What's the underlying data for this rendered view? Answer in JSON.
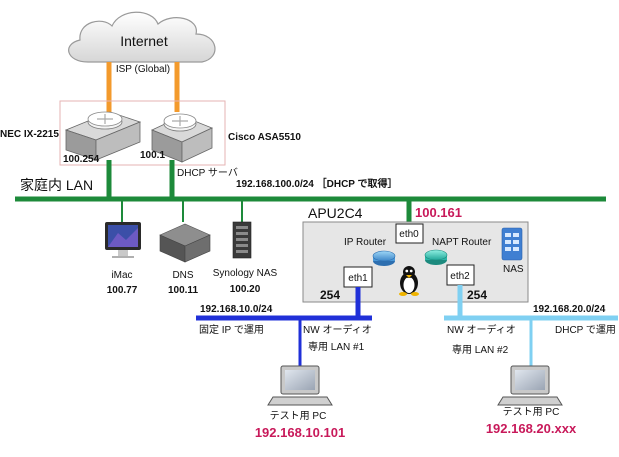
{
  "cloud": {
    "label": "Internet"
  },
  "isp": {
    "label": "ISP (Global)"
  },
  "routers": {
    "nec": {
      "name": "NEC IX-2215",
      "ip": "100.254"
    },
    "cisco": {
      "name": "Cisco ASA5510",
      "ip": "100.1",
      "role": "DHCP サーバ"
    }
  },
  "home_lan": {
    "label": "家庭内 LAN",
    "subnet": "192.168.100.0/24 ［DHCP で取得］"
  },
  "devices": [
    {
      "name": "iMac",
      "ip": "100.77"
    },
    {
      "name": "DNS",
      "ip": "100.11"
    },
    {
      "name": "Synology NAS",
      "ip": "100.20"
    }
  ],
  "apu": {
    "title": "APU2C4",
    "ip": "100.161",
    "eth0": "eth0",
    "eth1": "eth1",
    "eth2": "eth2",
    "ip_router": "IP Router",
    "napt_router": "NAPT Router",
    "nas": "NAS",
    "eth1_host": "254",
    "eth2_host": "254"
  },
  "lan1": {
    "subnet": "192.168.10.0/24",
    "mode": "固定 IP で運用",
    "name_line1": "NW オーディオ",
    "name_line2": "専用 LAN #1",
    "pc_label": "テスト用 PC",
    "pc_ip": "192.168.10.101"
  },
  "lan2": {
    "subnet": "192.168.20.0/24",
    "mode": "DHCP で運用",
    "name_line1": "NW オーディオ",
    "name_line2": "専用 LAN #2",
    "pc_label": "テスト用 PC",
    "pc_ip": "192.168.20.xxx"
  },
  "colors": {
    "wan": "#f39a2c",
    "home_lan": "#1d8a3a",
    "lan1": "#2030d8",
    "lan2": "#7fd0f2",
    "ip_accent": "#c8195a",
    "apu_box": "#e6e6e6"
  }
}
